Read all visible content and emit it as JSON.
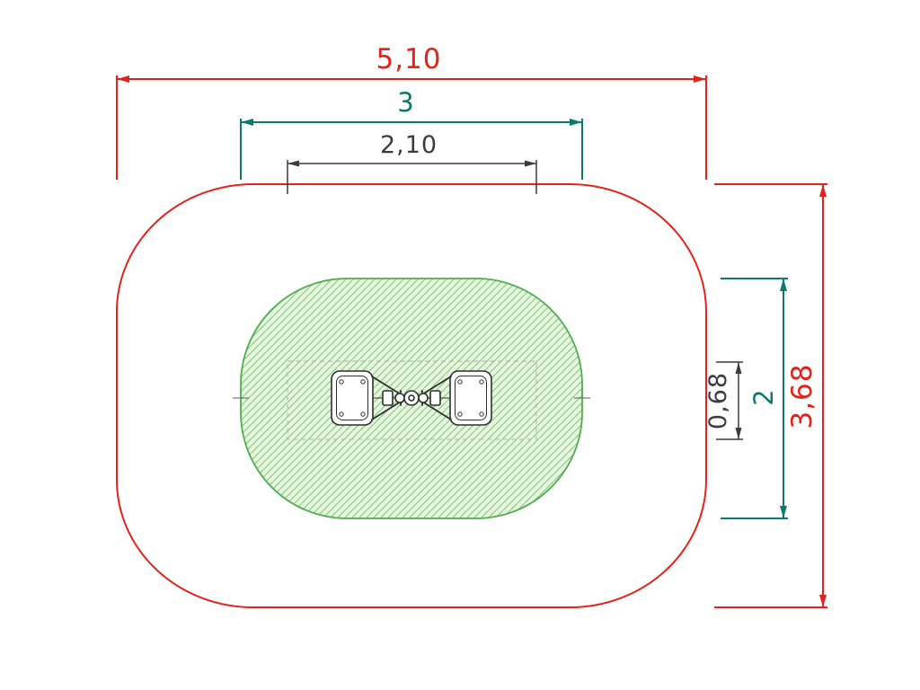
{
  "diagram": {
    "kind": "playground-equipment-top-view-plan",
    "dimensions": {
      "safety_zone_width": "5,10",
      "impact_area_width": "3",
      "equipment_width": "2,10",
      "safety_zone_depth": "3,68",
      "impact_area_depth": "2",
      "equipment_depth": "0,68"
    },
    "colors": {
      "safety_zone_dim": "#e2231a",
      "impact_area_dim": "#0d7a6f",
      "equipment_dim": "#3c3c3c",
      "impact_area_fill": "#e6f6dc",
      "impact_area_hatch": "#7dc87f",
      "impact_area_stroke": "#4fae4f",
      "equipment_stroke": "#2f2f2f"
    }
  }
}
